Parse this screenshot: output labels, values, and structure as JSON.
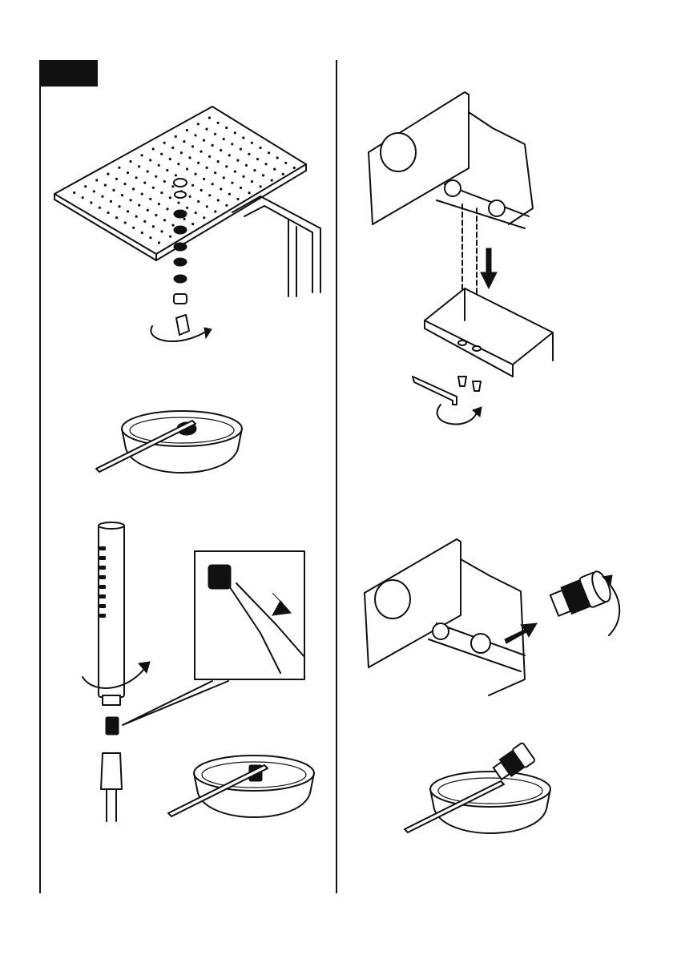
{
  "page": {
    "section_tab": "",
    "colors": {
      "line": "#111111",
      "background": "#ffffff"
    }
  },
  "illustrations": [
    {
      "id": "overhead-shower-disassembly",
      "icon": "overhead-shower-icon"
    },
    {
      "id": "soak-overhead-parts",
      "icon": "bowl-icon"
    },
    {
      "id": "hand-shower-filter-removal",
      "icon": "hand-shower-icon"
    },
    {
      "id": "soak-hand-shower-filter",
      "icon": "bowl-icon"
    },
    {
      "id": "remove-bottom-cover",
      "icon": "mixer-body-icon"
    },
    {
      "id": "unscrew-cartridge",
      "icon": "cartridge-icon"
    },
    {
      "id": "soak-cartridge",
      "icon": "bowl-icon"
    }
  ]
}
